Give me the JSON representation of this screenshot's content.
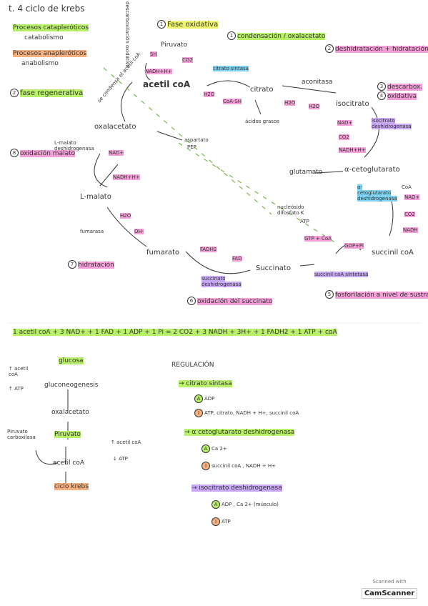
{
  "title": "t. 4 ciclo de krebs",
  "left_notes": {
    "catapleroticos": "Procesos catapleróticos",
    "catabolismo": "catabolismo",
    "anapleroticos": "Procesos anapleróticos",
    "anabolismo": "anabolismo",
    "fase_regenerativa": "fase regenerativa"
  },
  "phases": {
    "fase_oxidativa": "Fase oxidativa",
    "p1": "condensación / oxalacetato",
    "p2": "deshidratación + hidratación",
    "p3a": "descarbox.",
    "p3b": "oxidativa",
    "p4": "oxidación malato",
    "p5": "fosforilación a nivel de sustrato",
    "p6": "oxidación del succinato",
    "p7": "hidratación"
  },
  "metabolites": {
    "piruvato": "Piruvato",
    "descarbox_oxidativa": "descarboxilación oxidativa",
    "sh": "SH",
    "co2": "CO2",
    "nadh": "NADH+H+",
    "acetil_coa": "acetil coA",
    "citrato_sintasa": "citrato sintasa",
    "h2o": "H2O",
    "coa_sh": "CoA-SH",
    "citrato": "citrato",
    "acidos_grasos": "ácidos grasos",
    "aconitasa": "aconitasa",
    "h2o_b": "H2O",
    "h2o_c": "H2O",
    "isocitrato": "isocitrato",
    "nad": "NAD+",
    "co2_b": "CO2",
    "nadh_b": "NADH+H+",
    "isocitrato_deshidrogenasa": "isocitrato deshidrogenasa",
    "glutamato": "glutamato",
    "a_cetoglutarato": "α-cetoglutarato",
    "se_condensa": "se condensa el acetil coA",
    "oxalacetato": "oxalacetato",
    "aspartato": "aspartato",
    "pep": "PEP",
    "l_malato_desh": "L-malato deshidrogenasa",
    "nad_b": "NAD+",
    "nadh_c": "NADH+H+",
    "l_malato": "L-malato",
    "h2o_d": "H2O",
    "fumarasa": "fumarasa",
    "oh": "OH-",
    "fumarato": "fumarato",
    "fadh2": "FADH2",
    "fad": "FAD",
    "succinato_desh": "succinato deshidrogenasa",
    "succinato": "Succinato",
    "nucleosido": "nucleósido difosfato K",
    "atp": "ATP",
    "gtp_coa": "GTP + CoA",
    "gdp_pi": "GDP+Pi",
    "succinil_coa": "succinil coA",
    "succinil_coa_sintetasa": "succinil coA sintetasa",
    "akg_desh": "α-cetoglutarato deshidrogenasa",
    "coa": "CoA",
    "nad_c": "NAD+",
    "co2_c": "CO2",
    "nadh_d": "NADH"
  },
  "equation": "1 acetil coA + 3 NAD+ + 1 FAD + 1 ADP + 1 Pi  =  2 CO2 + 3 NADH + 3H+ + 1 FADH2 + 1 ATP + coA",
  "lower_left": {
    "glucosa": "glucosa",
    "acetil_coa_up": "↑ acetil coA",
    "atp_up": "↑ ATP",
    "gluconeogenesis": "gluconeogenesis",
    "oxalacetato": "oxalacetato",
    "piruvato_carboxilasa": "Piruvato carboxilasa",
    "piruvato": "Piruvato",
    "acetil_coa_right": "↑ acetil coA",
    "atp_down": "↓ ATP",
    "acetil_coa": "acetil coA",
    "ciclo_krebs": "ciclo krebs"
  },
  "regulacion": {
    "title": "REGULACIÓN",
    "e1": "→ citrato sintasa",
    "e1_a": "ADP",
    "e1_i": "ATP, citrato, NADH + H+, succinil coA",
    "e2": "→ α cetoglutarato deshidrogenasa",
    "e2_a": "Ca 2+",
    "e2_i": "succinil coA , NADH + H+",
    "e3": "→ isocitrato deshidrogenasa",
    "e3_a": "ADP , Ca 2+ (músculo)",
    "e3_i": "ATP"
  },
  "scanner": {
    "top": "Scanned with",
    "brand": "CamScanner"
  }
}
